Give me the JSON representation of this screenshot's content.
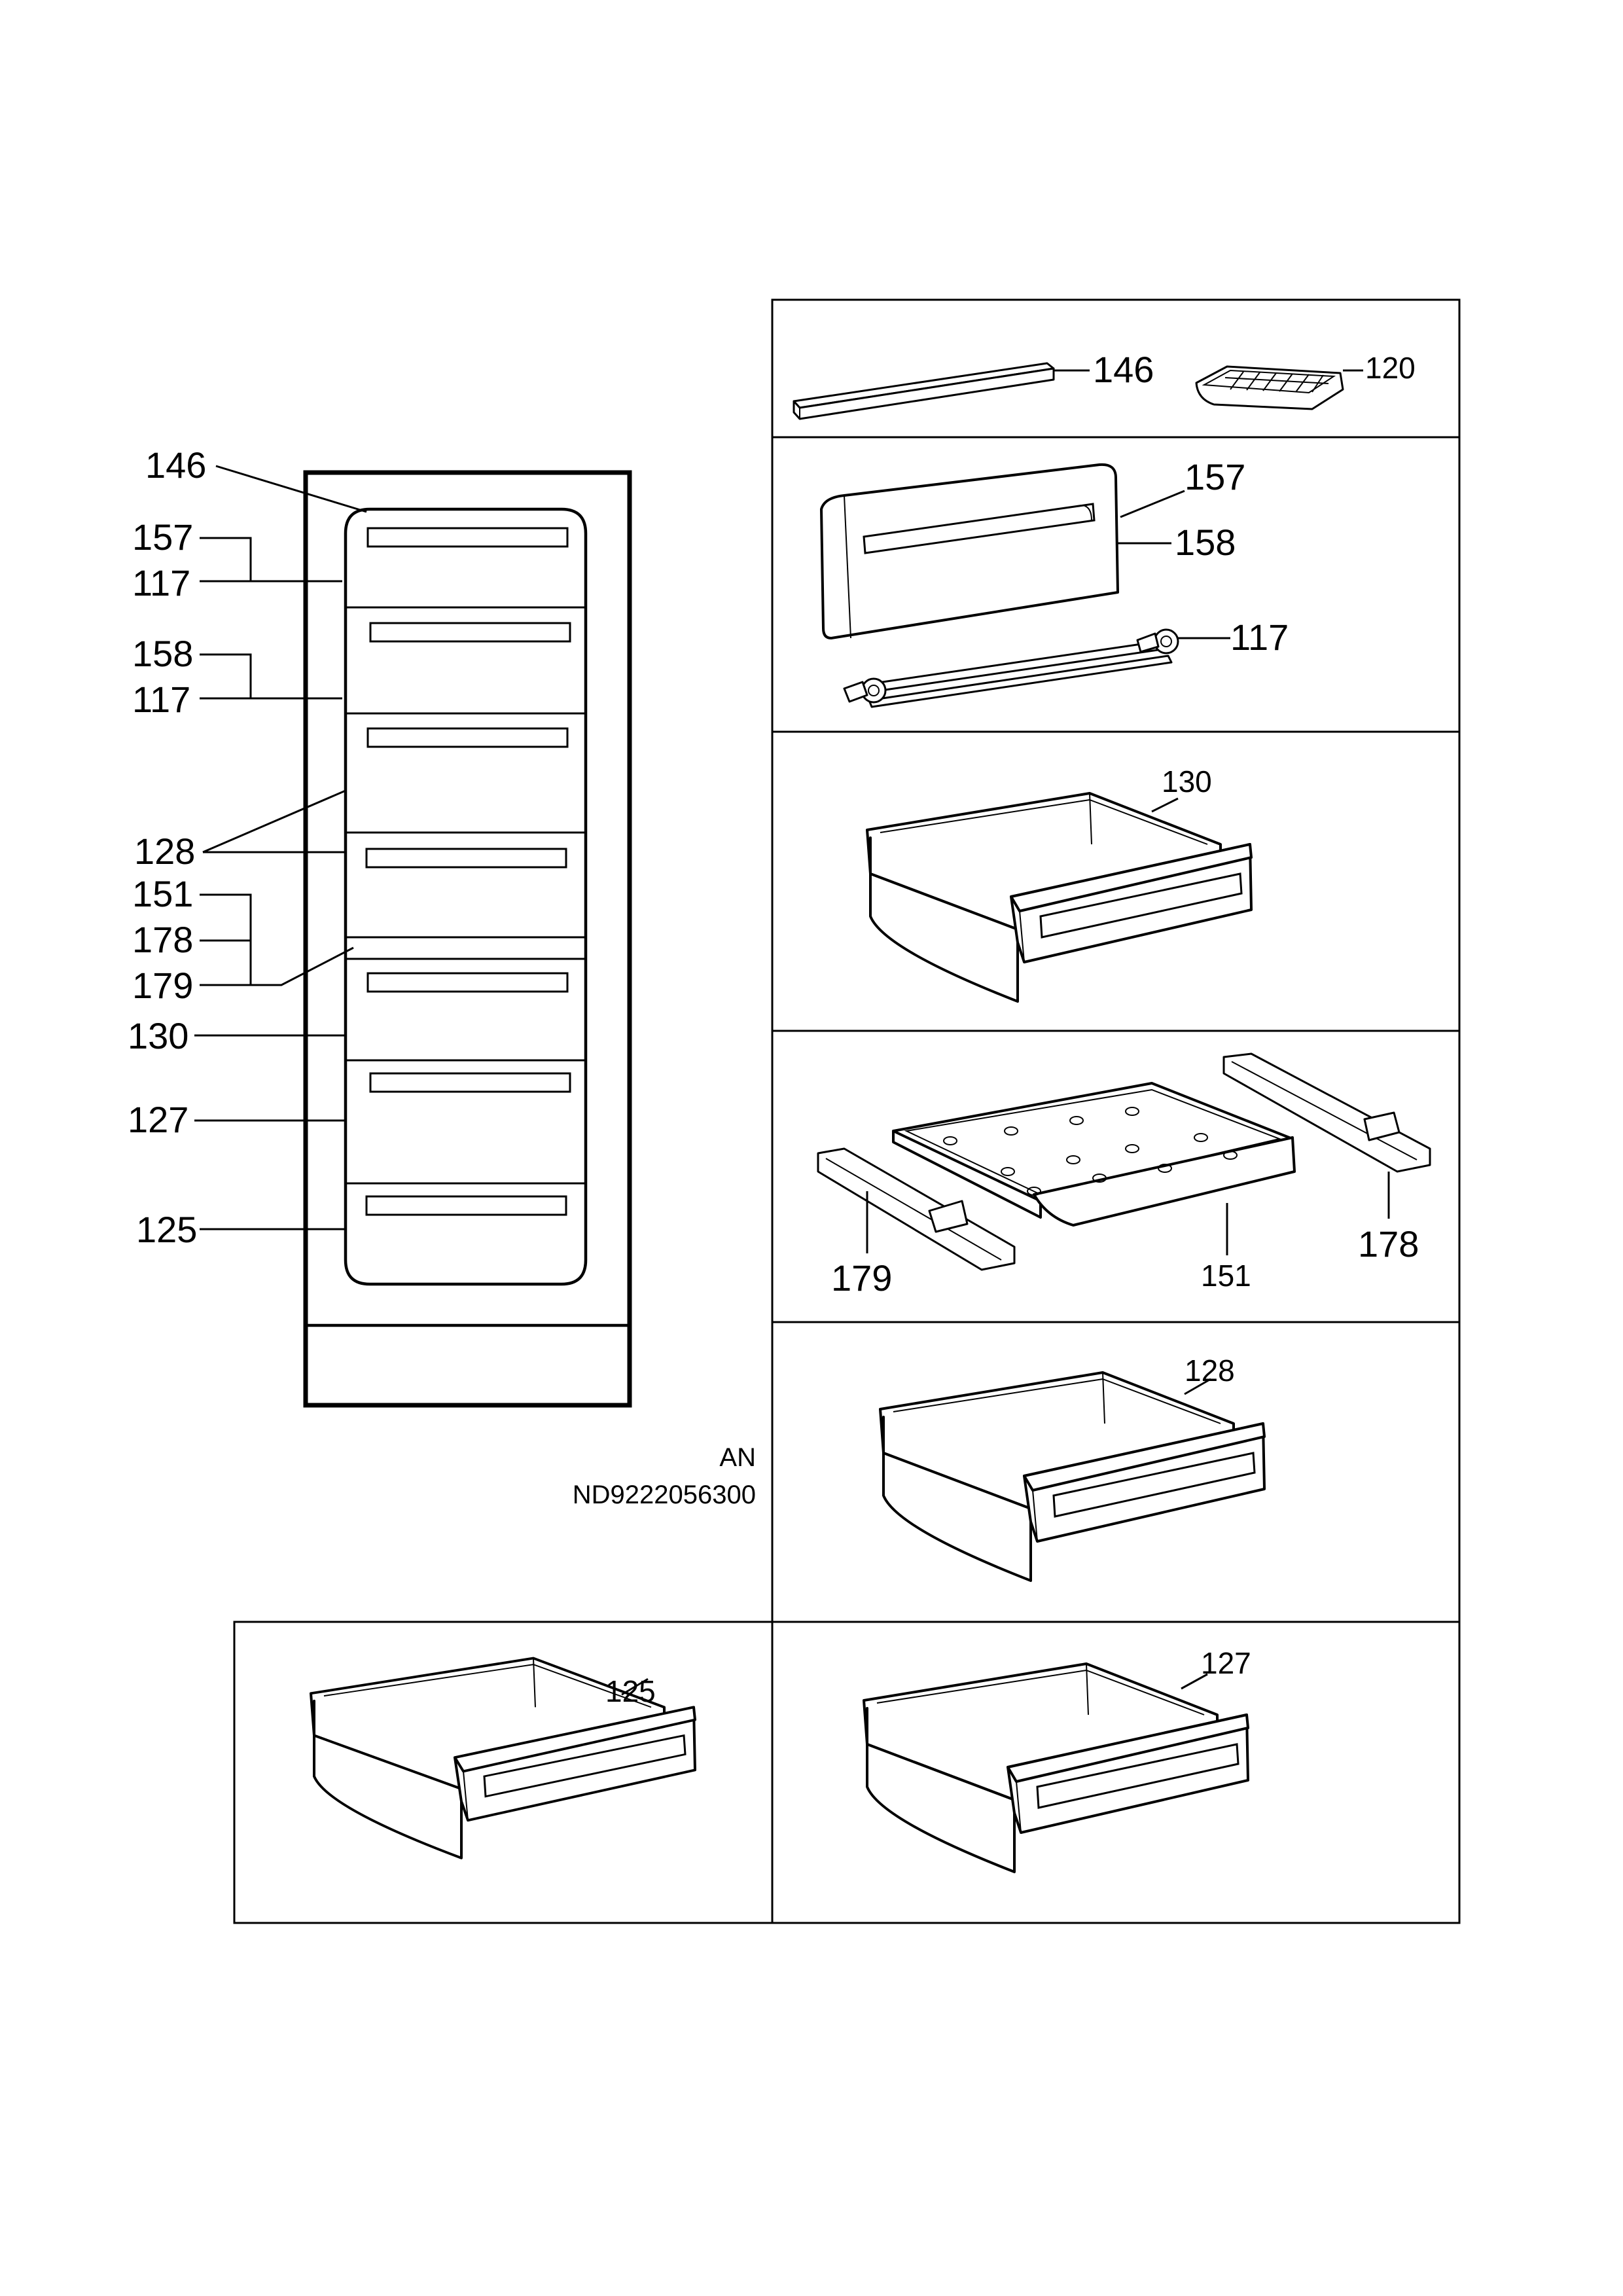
{
  "overview_labels": {
    "l146": "146",
    "l157": "157",
    "l117a": "117",
    "l158": "158",
    "l117b": "117",
    "l128": "128",
    "l151": "151",
    "l178": "178",
    "l179": "179",
    "l130": "130",
    "l127": "127",
    "l125": "125"
  },
  "drawing_code": {
    "line1": "AN",
    "line2": "ND9222056300"
  },
  "panels": {
    "strip": {
      "rail_label": "146",
      "tray_label": "120"
    },
    "flap": {
      "flap_top_label": "157",
      "flap_label": "158",
      "hinge_label": "117"
    },
    "drawer_130": {
      "label": "130"
    },
    "shelf": {
      "left_runner_label": "179",
      "shelf_label": "151",
      "right_runner_label": "178"
    },
    "drawer_128": {
      "label": "128"
    },
    "drawer_125": {
      "label": "125"
    },
    "drawer_127": {
      "label": "127"
    }
  },
  "icons": {
    "freezer": "freezer-cabinet-icon",
    "rail": "rail-icon",
    "ice_tray": "ice-cube-tray-icon",
    "flap": "flap-door-icon",
    "hinge": "hinge-bar-icon",
    "drawer": "drawer-icon",
    "glass_shelf": "shelf-icon",
    "runner": "runner-icon"
  }
}
